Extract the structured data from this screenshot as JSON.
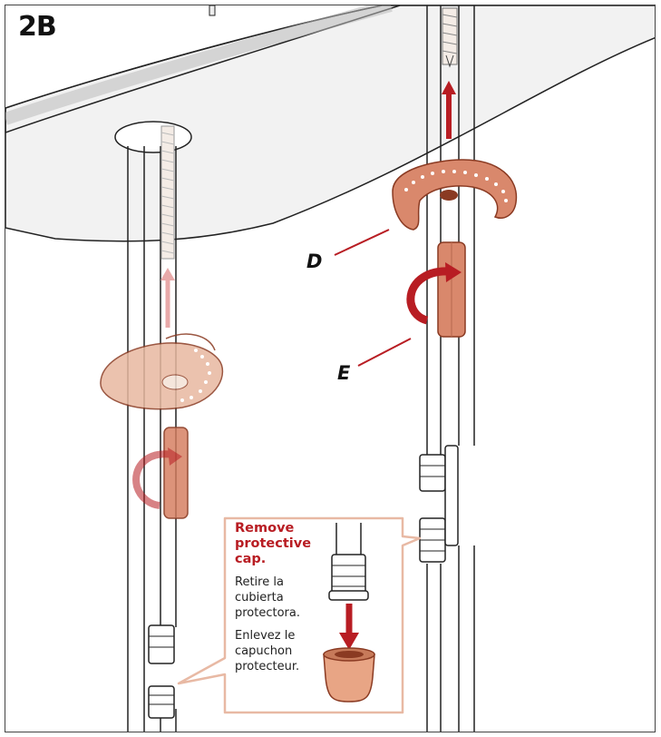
{
  "step": {
    "label": "2B"
  },
  "labels": {
    "d": "D",
    "e": "E"
  },
  "callout": {
    "english": "Remove protective cap.",
    "spanish": "Retire la cubierta protectora.",
    "french": "Enlevez le capuchon protecteur."
  },
  "colors": {
    "copper": "#d9886c",
    "copper_dark": "#8a3a22",
    "arrow_red": "#b81d23",
    "callout_border": "#e8b9a4",
    "line": "#222222"
  },
  "icons": [
    "up-arrow-icon",
    "rotate-arrow-icon",
    "down-arrow-icon"
  ]
}
